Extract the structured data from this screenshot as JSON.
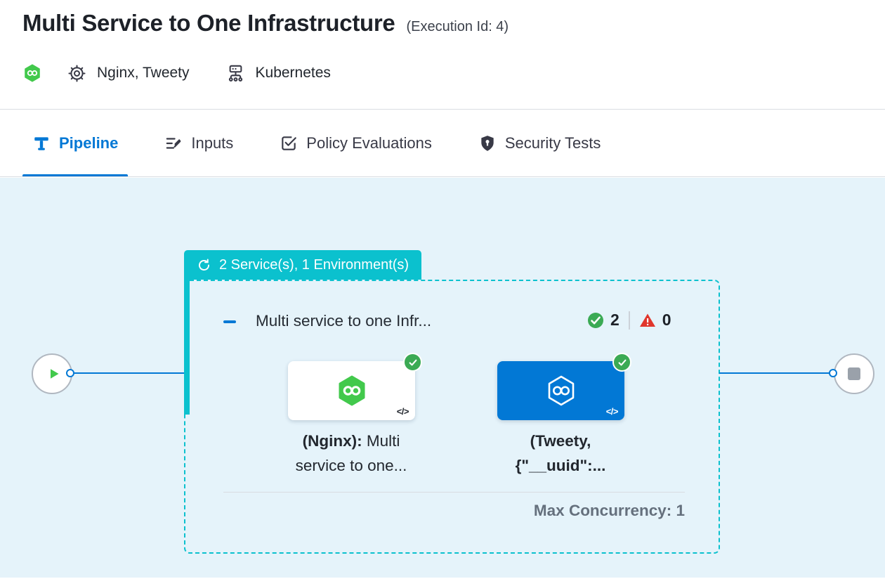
{
  "header": {
    "title": "Multi Service to One Infrastructure",
    "execution_id": "(Execution Id: 4)",
    "services": "Nginx, Tweety",
    "infrastructure": "Kubernetes"
  },
  "tabs": {
    "pipeline": "Pipeline",
    "inputs": "Inputs",
    "policy": "Policy Evaluations",
    "security": "Security Tests"
  },
  "stage": {
    "tag": "2 Service(s), 1 Environment(s)",
    "title": "Multi service to one Infr...",
    "success_count": "2",
    "failure_count": "0",
    "max_concurrency": "Max Concurrency: 1",
    "cards": [
      {
        "name_bold": "(Nginx):",
        "name_rest": " Multi",
        "line2": "service to one...",
        "code_icon": "</>"
      },
      {
        "name_bold": "(Tweety,",
        "name_rest": "",
        "line2": "{\"__uuid\":...",
        "code_icon": "</>"
      }
    ]
  },
  "colors": {
    "accent_blue": "#0278d5",
    "teal": "#0bc1ce",
    "success_green": "#3baa54",
    "logo_green": "#42c94c",
    "error_red": "#e0362c",
    "canvas_bg": "#e5f3fa"
  }
}
